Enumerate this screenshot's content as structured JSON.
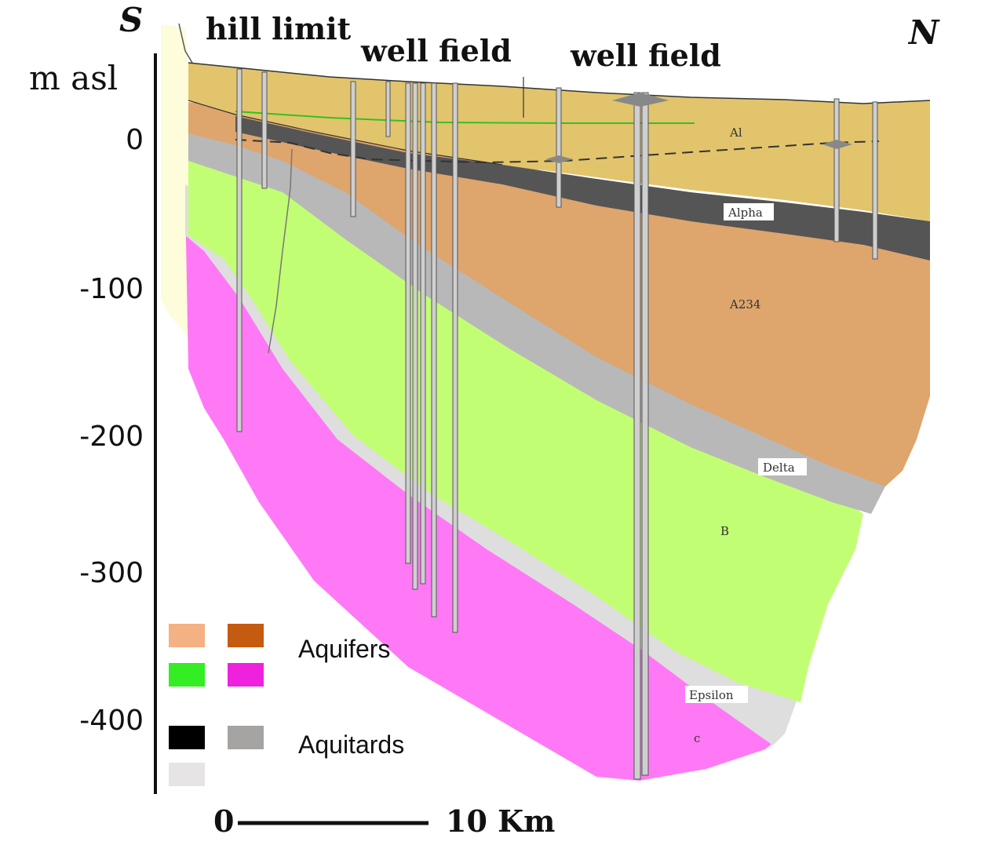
{
  "direction": {
    "south": "S",
    "north": "N"
  },
  "headers": {
    "hill_limit": "hill limit",
    "well_field_1": "well field",
    "well_field_2": "well field"
  },
  "axis": {
    "label": "m asl",
    "ticks": [
      "0",
      "-100",
      "-200",
      "-300",
      "-400"
    ]
  },
  "layers": {
    "a1": "Al",
    "alpha": "Alpha",
    "a234": "A234",
    "delta": "Delta",
    "b": "B",
    "epsilon": "Epsilon",
    "c": "c"
  },
  "legend": {
    "aquifers_label": "Aquifers",
    "aquitards_label": "Aquitards",
    "aquifer_colors": [
      "#f4b183",
      "#c55a11",
      "#33ee22",
      "#ee22dd"
    ],
    "aquitard_colors": [
      "#000000",
      "#a6a3a3",
      "#e6e4e5"
    ]
  },
  "scale_bar": {
    "start": "0",
    "end": "10 Km"
  },
  "colors": {
    "a1": "#e2c46c",
    "alpha": "#555555",
    "a234": "#dea56d",
    "gray_aquitard": "#b8b8b8",
    "b": "#c2fe74",
    "epsilon": "#dedede",
    "c": "#ff79f6",
    "hill": "#fdfcdb"
  }
}
